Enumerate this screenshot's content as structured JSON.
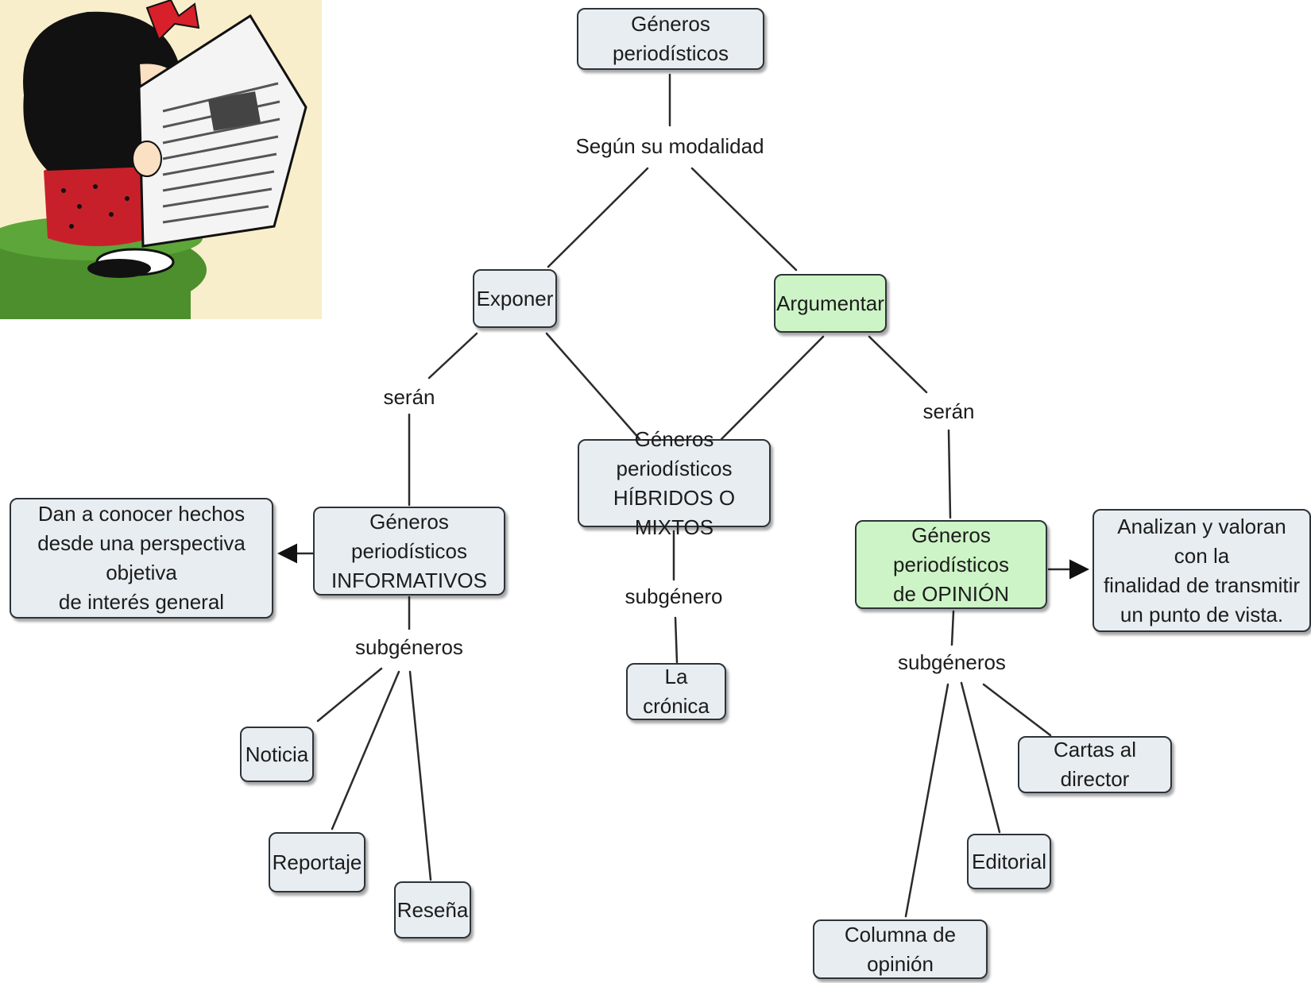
{
  "diagram": {
    "nodes": {
      "root": "Géneros periodísticos",
      "exponer": "Exponer",
      "argumentar": "Argumentar",
      "hibridos": "Géneros periodísticos\nHÍBRIDOS O MIXTOS",
      "informativos": "Géneros periodísticos\nINFORMATIVOS",
      "opinion": "Géneros periodísticos\nde OPINIÓN",
      "informativos_desc": "Dan a conocer hechos\ndesde una perspectiva objetiva\nde interés general",
      "opinion_desc": "Analizan y valoran con la\nfinalidad de transmitir\nun punto de vista.",
      "cronica": "La crónica",
      "noticia": "Noticia",
      "reportaje": "Reportaje",
      "resena": "Reseña",
      "cartas": "Cartas al director",
      "editorial": "Editorial",
      "columna": "Columna de opinión"
    },
    "links": {
      "modalidad": "Según su modalidad",
      "seran_left": "serán",
      "seran_right": "serán",
      "subgenero": "subgénero",
      "subgeneros_left": "subgéneros",
      "subgeneros_right": "subgéneros"
    },
    "colors": {
      "node_fill": "#e7edf1",
      "accent_fill": "#cdf4c6",
      "border": "#2d3338",
      "line": "#2b2b2b"
    }
  },
  "illustration": {
    "subject": "mafalda-reading-newspaper",
    "colors": {
      "background": "#f9eecb",
      "hair": "#111111",
      "bow": "#d8202a",
      "dress": "#c8202a",
      "seat": "#4c8f2c",
      "paper": "#f4f4f4"
    }
  }
}
